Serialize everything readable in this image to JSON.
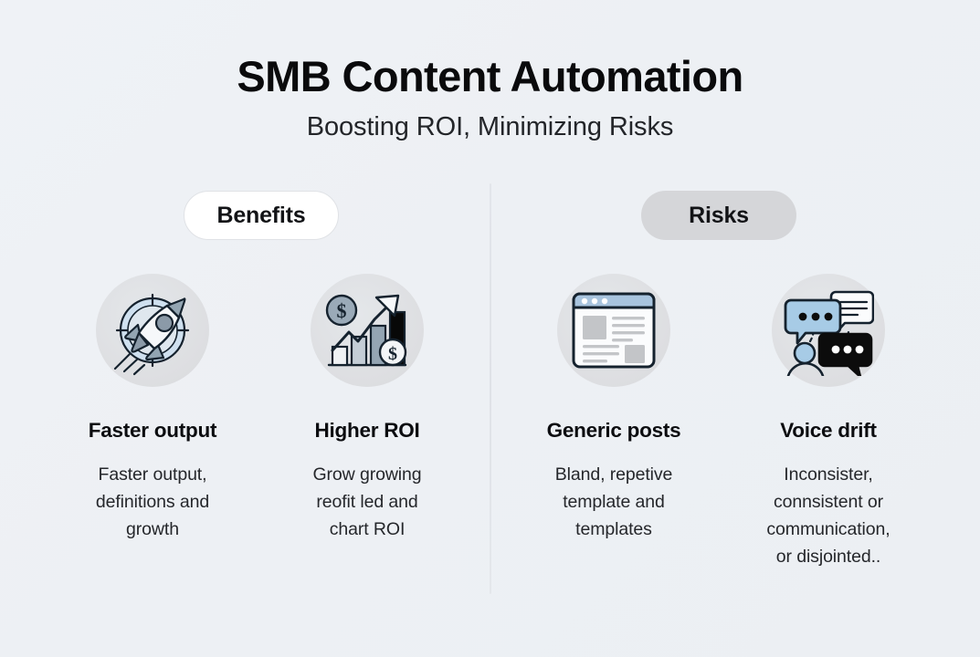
{
  "header": {
    "title": "SMB Content Automation",
    "subtitle": "Boosting ROI, Minimizing Risks"
  },
  "sections": {
    "benefits_label": "Benefits",
    "risks_label": "Risks"
  },
  "colors": {
    "background": "#eef1f5",
    "title_text": "#0a0a0c",
    "body_text": "#25272b",
    "pill_benefits_bg": "#ffffff",
    "pill_benefits_border": "#e0e2e6",
    "pill_risks_bg": "#d5d6d9",
    "icon_circle_bg": "#dfe2e5",
    "divider": "#e2e5ea",
    "icon_accent_blue": "#a7cbe6",
    "icon_slate": "#8b9aa8",
    "icon_outline": "#15222e"
  },
  "cards": [
    {
      "icon": "rocket-target-icon",
      "title": "Faster output",
      "body": "Faster output,\ndefinitions and\ngrowth",
      "group": "benefits"
    },
    {
      "icon": "growth-chart-money-icon",
      "title": "Higher ROI",
      "body": "Grow growing\nreofit led and\nchart ROI",
      "group": "benefits"
    },
    {
      "icon": "browser-webpage-icon",
      "title": "Generic posts",
      "body": "Bland, repetive\ntemplate and\ntemplates",
      "group": "risks"
    },
    {
      "icon": "speech-bubbles-person-icon",
      "title": "Voice drift",
      "body": "Inconsister,\nconnsistent or\ncommunication,\nor disjointed..",
      "group": "risks"
    }
  ]
}
